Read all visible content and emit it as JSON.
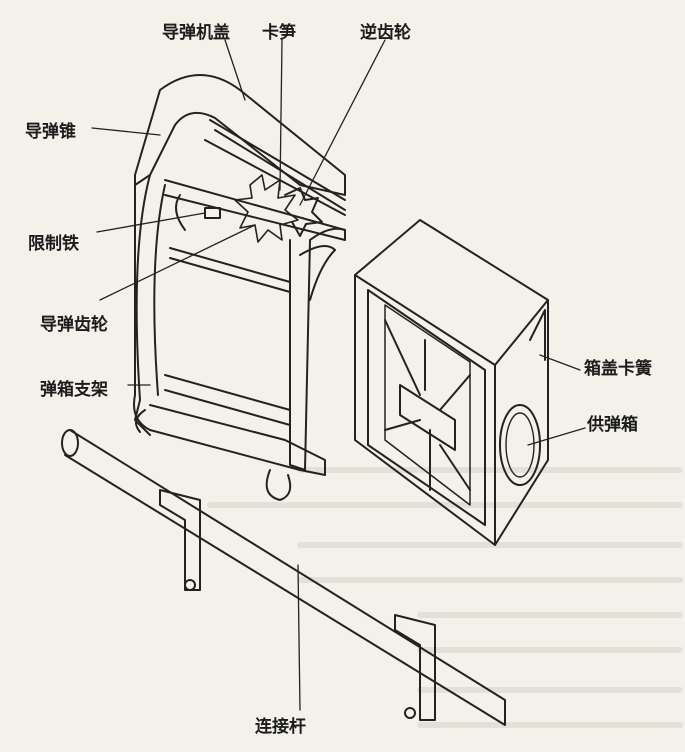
{
  "labels": {
    "missile_cover": "导弹机盖",
    "latch": "卡笋",
    "reverse_gear": "逆齿轮",
    "missile_cone": "导弹锥",
    "limit_iron": "限制铁",
    "missile_gear": "导弹齿轮",
    "magazine_bracket": "弹箱支架",
    "lid_spring": "箱盖卡簧",
    "feed_box": "供弹箱",
    "connecting_rod": "连接杆"
  }
}
